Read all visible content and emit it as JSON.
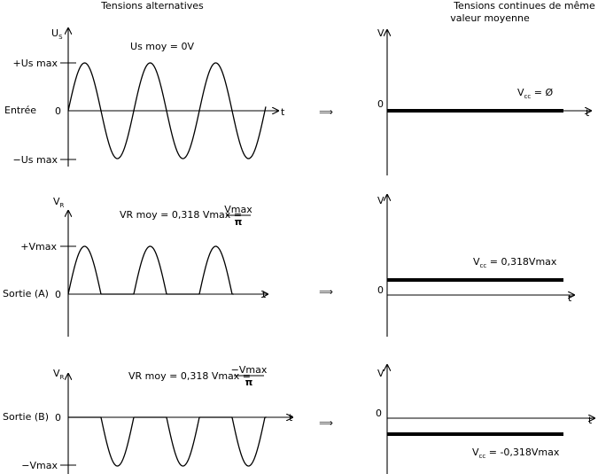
{
  "headers": {
    "left": "Tensions alternatives",
    "right_line1": "Tensions continues de même",
    "right_line2": "valeur moyenne"
  },
  "arrow": "⟹",
  "panels": [
    {
      "y_axis": {
        "main": "U",
        "sub": "S"
      },
      "formula": {
        "text": "Us moy = 0V"
      },
      "level_labels": [
        "+Us max",
        "0",
        "−Us max"
      ],
      "row_label": "Entrée",
      "t_label": "t",
      "dc": {
        "y_axis": "V",
        "zero": "0",
        "t_label": "t",
        "label_main": "V",
        "label_sub": "cc",
        "label_rest": " = Ø"
      }
    },
    {
      "y_axis": {
        "main": "V",
        "sub": "R"
      },
      "formula": {
        "text": "VR moy = 0,318 Vmax =",
        "num": "Vmax",
        "den": "π"
      },
      "level_labels": [
        "+Vmax",
        "0"
      ],
      "row_label": "Sortie (A)",
      "t_label": "t",
      "dc": {
        "y_axis": "V",
        "zero": "0",
        "t_label": "t",
        "label_main": "V",
        "label_sub": "cc",
        "label_rest": " = 0,318Vmax"
      }
    },
    {
      "y_axis": {
        "main": "V",
        "sub": "R"
      },
      "formula": {
        "text": "VR moy = 0,318 Vmax =",
        "num": "−Vmax",
        "den": "π"
      },
      "level_labels": [
        "0",
        "−Vmax"
      ],
      "row_label": "Sortie (B)",
      "t_label": "t",
      "dc": {
        "y_axis": "V",
        "zero": "0",
        "t_label": "t",
        "label_main": "V",
        "label_sub": "cc",
        "label_rest": " = -0,318Vmax"
      }
    }
  ]
}
